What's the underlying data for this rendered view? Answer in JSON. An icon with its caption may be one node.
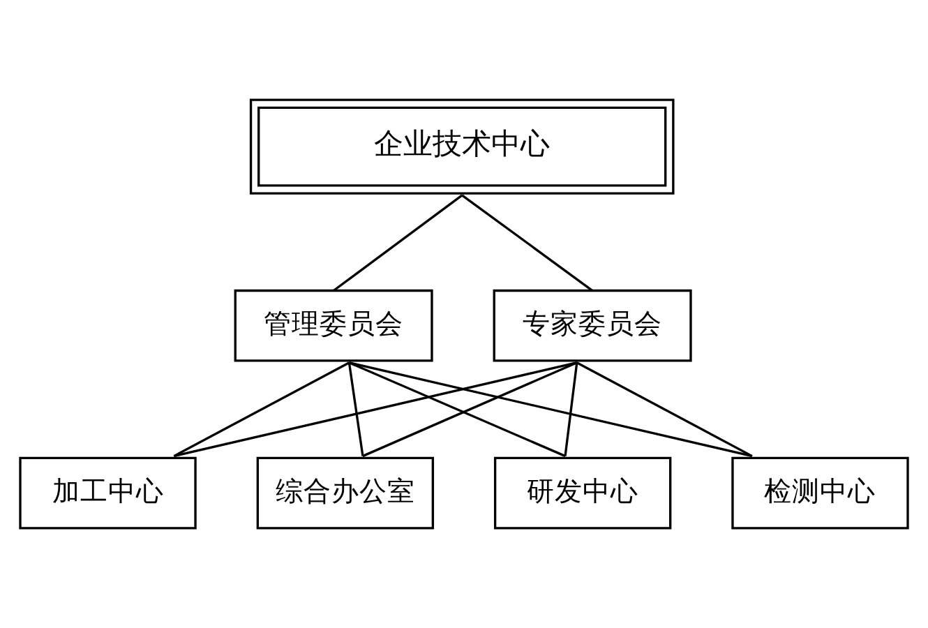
{
  "diagram": {
    "nodes": [
      {
        "text": [
          "企业技术中心"
        ]
      },
      {
        "text": [
          "管理委员会"
        ]
      },
      {
        "text": [
          "专家委员会"
        ]
      },
      {
        "text": [
          "加工中心"
        ]
      },
      {
        "text": [
          "综合办公室"
        ]
      },
      {
        "text": [
          "研发中心"
        ]
      },
      {
        "text": [
          "检测中心"
        ]
      }
    ],
    "edges": [
      {
        "from": 0,
        "to": 1,
        "arrow": "none"
      },
      {
        "from": 0,
        "to": 2,
        "arrow": "none"
      },
      {
        "from": 1,
        "to": 3,
        "arrow": "none"
      },
      {
        "from": 1,
        "to": 4,
        "arrow": "none"
      },
      {
        "from": 1,
        "to": 5,
        "arrow": "none"
      },
      {
        "from": 1,
        "to": 6,
        "arrow": "none"
      },
      {
        "from": 2,
        "to": 3,
        "arrow": "none"
      },
      {
        "from": 2,
        "to": 4,
        "arrow": "none"
      },
      {
        "from": 2,
        "to": 5,
        "arrow": "none"
      },
      {
        "from": 2,
        "to": 6,
        "arrow": "none"
      }
    ]
  }
}
